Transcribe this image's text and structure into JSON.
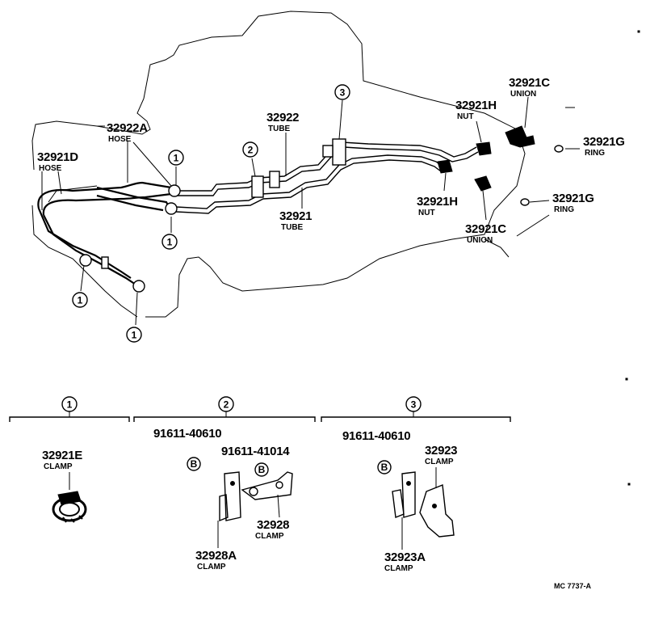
{
  "diagram": {
    "figure_code": "MC 7737-A",
    "callouts": {
      "one": "1",
      "two": "2",
      "three": "3",
      "bolt": "B"
    },
    "parts": {
      "p32922A": {
        "number": "32922A",
        "name": "HOSE"
      },
      "p32921D": {
        "number": "32921D",
        "name": "HOSE"
      },
      "p32922": {
        "number": "32922",
        "name": "TUBE"
      },
      "p32921": {
        "number": "32921",
        "name": "TUBE"
      },
      "p32921C_top": {
        "number": "32921C",
        "name": "UNION"
      },
      "p32921H_top": {
        "number": "32921H",
        "name": "NUT"
      },
      "p32921G_top": {
        "number": "32921G",
        "name": "RING"
      },
      "p32921H_bot": {
        "number": "32921H",
        "name": "NUT"
      },
      "p32921G_bot": {
        "number": "32921G",
        "name": "RING"
      },
      "p32921C_bot": {
        "number": "32921C",
        "name": "UNION"
      },
      "p32921E": {
        "number": "32921E",
        "name": "CLAMP"
      },
      "p91611_40610_a": {
        "number": "91611-40610"
      },
      "p91611_41014": {
        "number": "91611-41014"
      },
      "p32928": {
        "number": "32928",
        "name": "CLAMP"
      },
      "p32928A": {
        "number": "32928A",
        "name": "CLAMP"
      },
      "p91611_40610_b": {
        "number": "91611-40610"
      },
      "p32923": {
        "number": "32923",
        "name": "CLAMP"
      },
      "p32923A": {
        "number": "32923A",
        "name": "CLAMP"
      }
    }
  }
}
